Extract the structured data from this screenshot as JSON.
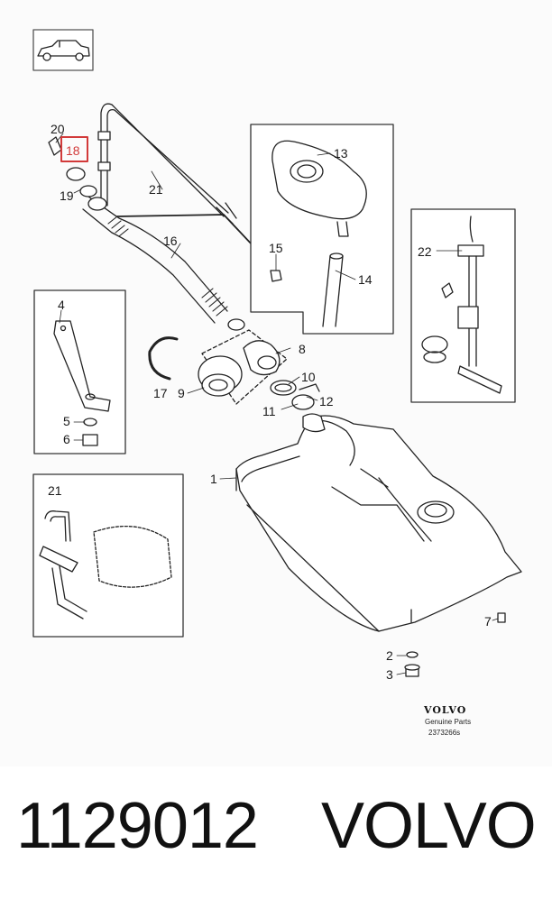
{
  "callouts": {
    "c1": "1",
    "c2": "2",
    "c3": "3",
    "c4": "4",
    "c5": "5",
    "c6": "6",
    "c7": "7",
    "c8": "8",
    "c9": "9",
    "c10": "10",
    "c11": "11",
    "c12": "12",
    "c13": "13",
    "c14": "14",
    "c15": "15",
    "c16": "16",
    "c17": "17",
    "c18": "18",
    "c19": "19",
    "c20": "20",
    "c21": "21",
    "c21b": "21",
    "c22": "22"
  },
  "highlight_color": "#d23a3a",
  "logo": {
    "brand": "VOLVO",
    "subtitle": "Genuine Parts",
    "code": "2373266s"
  },
  "footer": {
    "part_number": "1129012",
    "brand": "VOLVO"
  }
}
